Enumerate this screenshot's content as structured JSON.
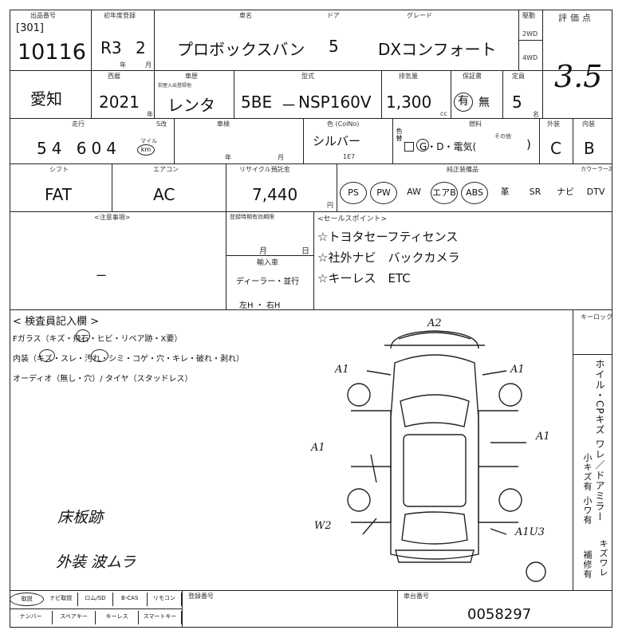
{
  "header": {
    "lot_label": "出品番号",
    "lot_prefix": "[301]",
    "lot_number": "10116",
    "year_label": "初年度登録",
    "first_reg": "R3",
    "first_reg_month": "2",
    "year_unit": "年",
    "month_unit": "月",
    "name_label": "車名",
    "car_name": "プロボックスバン",
    "doors_label": "ドア",
    "doors": "5",
    "grade_label": "グレード",
    "grade": "DXコンフォート",
    "drive_label": "駆動",
    "drive_2wd": "2WD",
    "drive_4wd": "4WD",
    "score_label": "評価点",
    "score": "3.5"
  },
  "row2": {
    "region": "愛知",
    "model_year_label": "西暦",
    "model_year": "2021",
    "model_year_unit": "年",
    "history_label": "車歴",
    "history_sub": "前歴入出登録他",
    "history": "レンタ",
    "type_label": "型式",
    "type_prefix": "5BE",
    "type_dash": "－",
    "type_code": "NSP160V",
    "displacement_label": "排気量",
    "displacement": "1,300",
    "cc": "cc",
    "cert_label": "保証書",
    "cert_yes": "有",
    "cert_no": "無",
    "capacity_label": "定員",
    "capacity": "5",
    "capacity_unit": "名"
  },
  "row3": {
    "mileage_label": "走行",
    "mileage_sdp": "S改",
    "mileage": "54 604",
    "mileage_unit_mile": "マイル",
    "mileage_unit_km": "km",
    "inspection_label": "車検",
    "year_unit": "年",
    "month_unit": "月",
    "color_label": "色 (ColNo)",
    "color": "シルバー",
    "color_no": "1E7",
    "color_change_label": "色替",
    "fuel_label": "燃料",
    "fuel_options": "G・D・電気(",
    "fuel_other": "その他",
    "fuel_close": ")",
    "exterior_label": "外装",
    "exterior": "C",
    "interior_label": "内装",
    "interior": "B"
  },
  "row4": {
    "shift_label": "シフト",
    "shift": "FAT",
    "ac_label": "エアコン",
    "ac": "AC",
    "recycle_label": "リサイクル預託金",
    "recycle": "7,440",
    "yen": "円",
    "equipment_label": "純正装備品",
    "equipment": [
      "PS",
      "PW",
      "AW",
      "エアB",
      "ABS",
      "革",
      "SR",
      "ナビ",
      "DTV"
    ],
    "equipment_circled": [
      "PS",
      "PW",
      "エアB",
      "ABS"
    ],
    "tv_label": "カウーラー2"
  },
  "row5": {
    "notes_label": "<注意事項>",
    "notes_mark": "ー",
    "reg_label": "登録時期有効期限",
    "month_unit": "月",
    "day_unit": "日",
    "import_label": "輸入車",
    "dealer": "ディーラー・並行",
    "steering": "左H ・ 右H",
    "sales_label": "<セールスポイント>",
    "sales_points": [
      "☆トヨタセーフティセンス",
      "☆社外ナビ　バックカメラ",
      "☆キーレス　ETC"
    ]
  },
  "inspection": {
    "title": "< 検査員記入欄 >",
    "lines": [
      "Fガラス（キズ・飛石・ヒビ・リペア跡・X要）",
      "内装（キズ・スレ・汚れ・シミ・コゲ・穴・キレ・破れ・剥れ）",
      "オーディオ（無し・穴）/ タイヤ（スタッドレス）"
    ],
    "handwritten": [
      "床板跡",
      "外装 波ムラ"
    ],
    "key_label": "キーロック",
    "right_col_1": "ホイル・CPキズ ワレ／ドアミラー",
    "right_col_2": "小キズ有",
    "right_col_3": "小ワ有",
    "right_col_4": "キズワレ",
    "right_col_5": "補修有"
  },
  "diagram": {
    "marks": [
      "A2",
      "A1",
      "A1",
      "A1",
      "A1",
      "W2",
      "A1U3"
    ]
  },
  "footer": {
    "items_row1": [
      "取説",
      "ナビ取説",
      "ロム/SD",
      "B-CAS",
      "リモコン"
    ],
    "items_row2": [
      "ナンバー",
      "スペアキー",
      "キーレス",
      "スマートキー"
    ],
    "circled": [
      "取説"
    ],
    "reg_no_label": "登録番号",
    "chassis_label": "車台番号",
    "chassis": "0058297"
  }
}
